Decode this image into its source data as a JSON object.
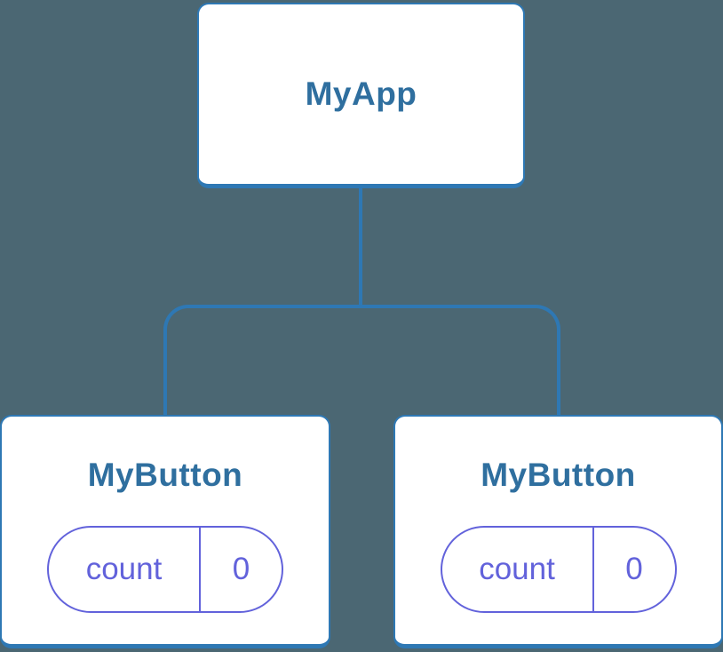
{
  "diagram": {
    "type": "component-tree",
    "colors": {
      "background": "#4B6773",
      "connector": "#2E78B4",
      "node_border": "#2E78B4",
      "node_background": "#FFFFFF",
      "node_title": "#2F6F9F",
      "state_accent": "#6262DB"
    },
    "root": {
      "title": "MyApp"
    },
    "children": [
      {
        "title": "MyButton",
        "state": {
          "label": "count",
          "value": "0"
        }
      },
      {
        "title": "MyButton",
        "state": {
          "label": "count",
          "value": "0"
        }
      }
    ]
  }
}
